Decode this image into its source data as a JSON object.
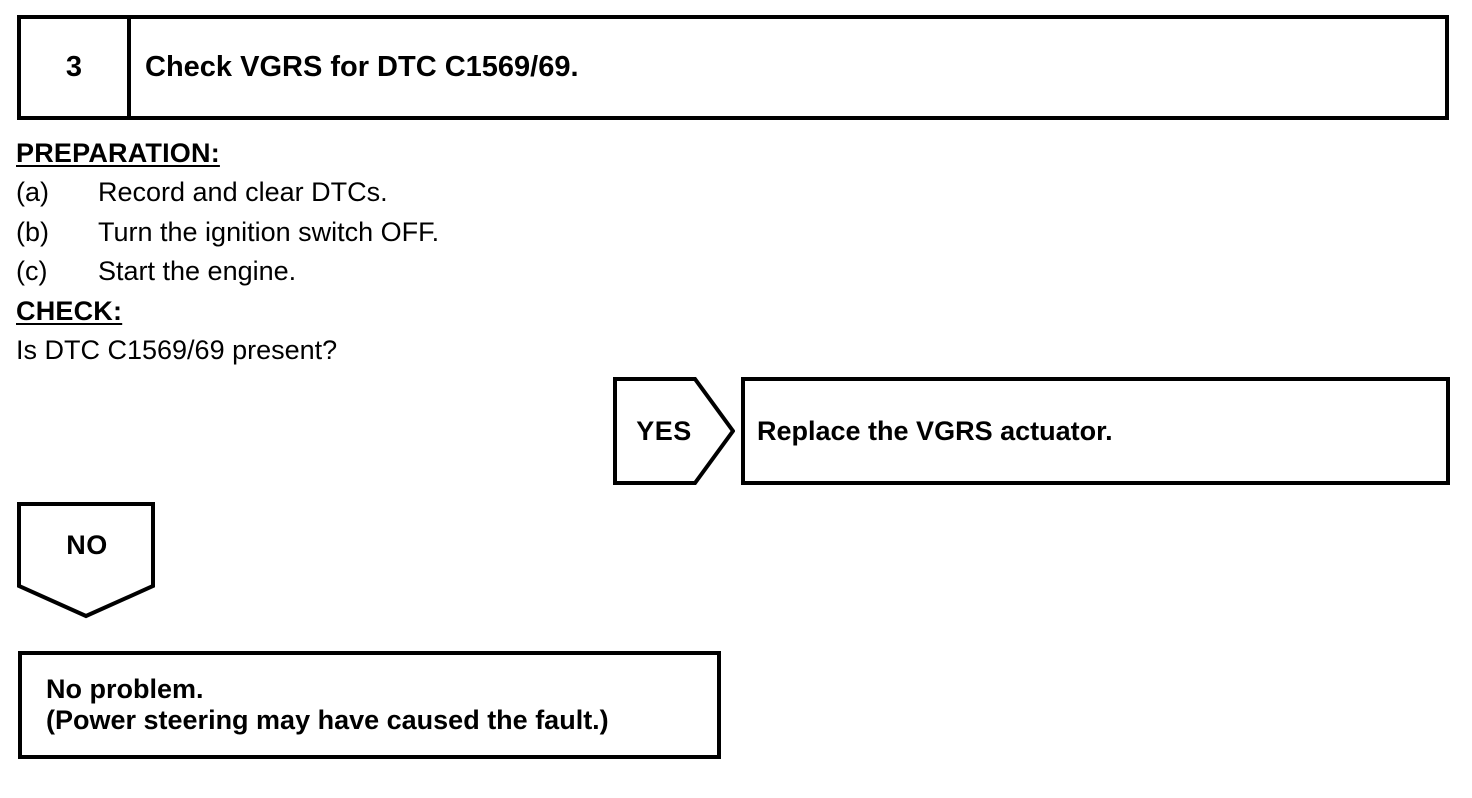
{
  "step": {
    "number": "3",
    "title": "Check VGRS for DTC C1569/69."
  },
  "preparation": {
    "heading": "PREPARATION:",
    "items": [
      {
        "marker": "(a)",
        "text": "Record and clear DTCs."
      },
      {
        "marker": "(b)",
        "text": "Turn the ignition switch OFF."
      },
      {
        "marker": "(c)",
        "text": "Start the engine."
      }
    ]
  },
  "check": {
    "heading": "CHECK:",
    "question": "Is DTC C1569/69 present?"
  },
  "branches": {
    "yes": {
      "label": "YES",
      "result": "Replace the VGRS actuator."
    },
    "no": {
      "label": "NO",
      "result_lines": [
        "No problem.",
        "(Power steering may have caused the fault.)"
      ]
    }
  },
  "colors": {
    "ink": "#000000",
    "paper": "#ffffff"
  }
}
